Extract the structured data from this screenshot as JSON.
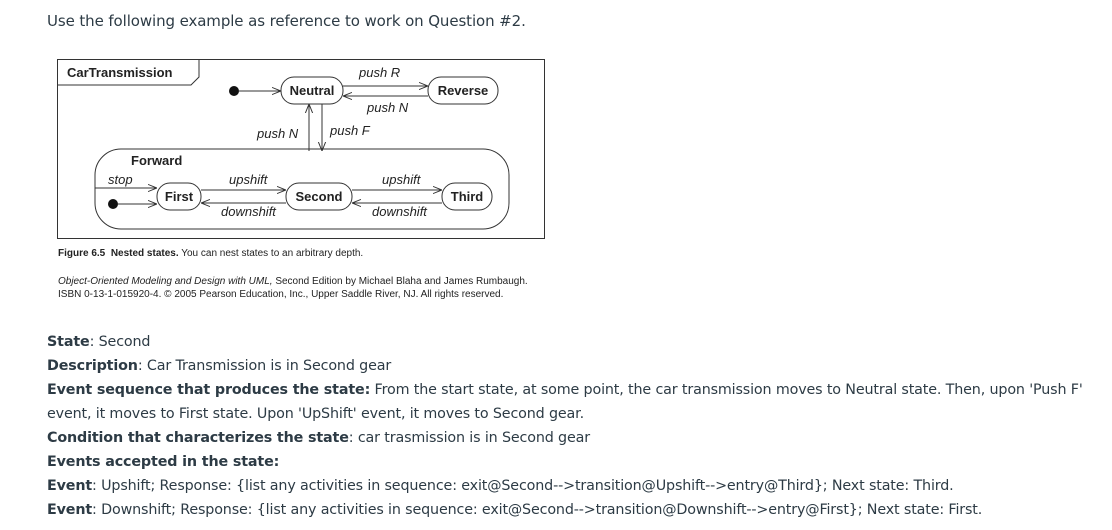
{
  "intro": "Use the following example as reference to work on Question #2.",
  "diagram": {
    "frame_title": "CarTransmission",
    "states": {
      "neutral": "Neutral",
      "reverse": "Reverse",
      "forward": "Forward",
      "first": "First",
      "second": "Second",
      "third": "Third"
    },
    "transitions": {
      "push_r": "push R",
      "push_n_from_reverse": "push N",
      "push_n_from_forward": "push N",
      "push_f": "push F",
      "stop": "stop",
      "upshift_1_2": "upshift",
      "downshift_2_1": "downshift",
      "upshift_2_3": "upshift",
      "downshift_3_2": "downshift"
    }
  },
  "caption": {
    "figure_number": "Figure 6.5",
    "figure_title": "Nested states.",
    "figure_text": "You can nest states to an arbitrary depth."
  },
  "credit": {
    "book_title": "Object-Oriented Modeling and Design with UML,",
    "text": "Second Edition by Michael Blaha and James Rumbaugh. ISBN 0-13-1-015920-4. © 2005 Pearson Education, Inc., Upper Saddle River, NJ. All rights reserved."
  },
  "answer": {
    "state_label": "State",
    "state_value": "Second",
    "description_label": "Description",
    "description_value": "Car Transmission is in Second gear",
    "event_sequence_label": "Event sequence that produces the state:",
    "event_sequence_value": "From the start state, at some point, the car transmission moves to Neutral state. Then, upon 'Push F' event, it moves to First state. Upon 'UpShift' event, it moves to Second gear.",
    "condition_label": "Condition that characterizes the state",
    "condition_value": "car trasmission is in Second gear",
    "events_accepted_label": "Events accepted in the state:",
    "events": [
      {
        "label": "Event",
        "value": "Upshift; Response: {list any activities in sequence: exit@Second-->transition@Upshift-->entry@Third}; Next state: Third."
      },
      {
        "label": "Event",
        "value": "Downshift; Response: {list any activities in sequence: exit@Second-->transition@Downshift-->entry@First}; Next state: First."
      }
    ]
  }
}
